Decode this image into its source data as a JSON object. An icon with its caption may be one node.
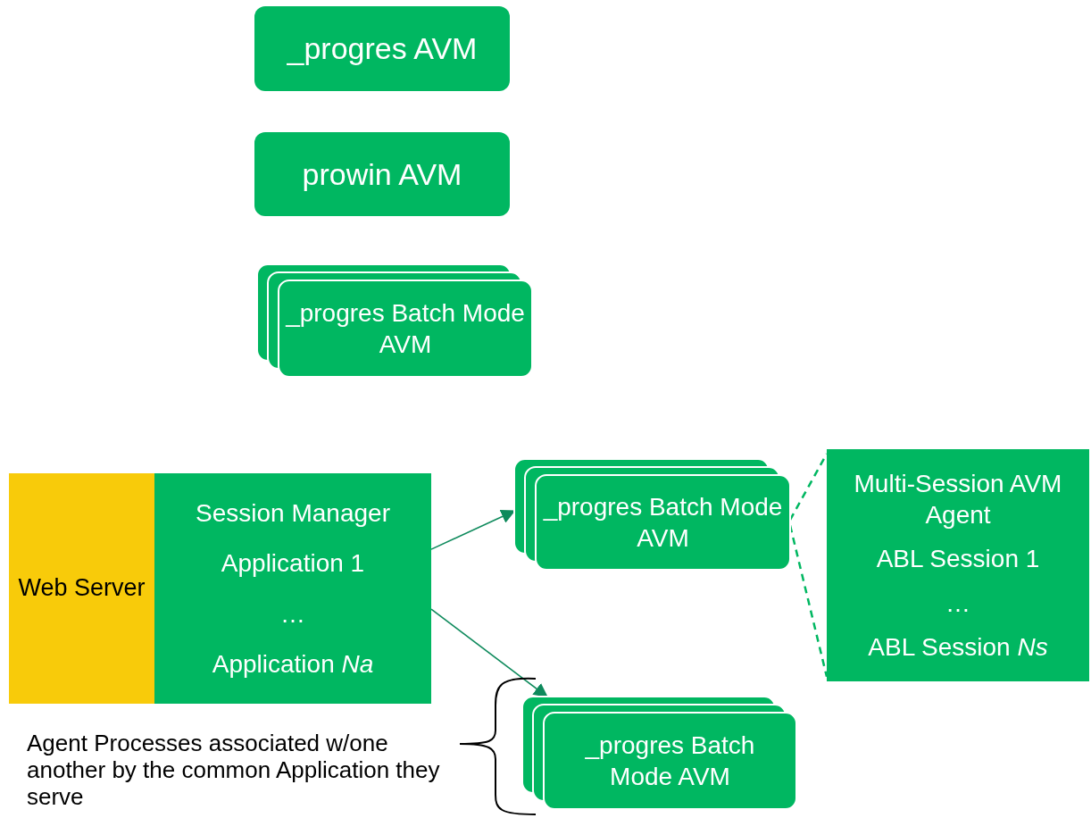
{
  "diagram": {
    "nodes": [
      {
        "text": [
          "_progres AVM"
        ]
      },
      {
        "text": [
          "prowin AVM"
        ]
      },
      {
        "text": [
          "_progres Batch Mode AVM"
        ]
      },
      {
        "text": [
          "Web Server"
        ]
      },
      {
        "text": [
          "Session Manager",
          "Application 1",
          "…",
          "Application *Na*"
        ]
      },
      {
        "text": [
          "_progres Batch Mode AVM"
        ]
      },
      {
        "text": [
          "_progres Batch Mode AVM"
        ]
      },
      {
        "text": [
          "Multi-Session AVM Agent",
          "ABL Session 1",
          "…",
          "ABL Session *Ns*"
        ]
      }
    ],
    "edges": [
      {
        "from": 4,
        "to": 5,
        "arrow": "to"
      },
      {
        "from": 4,
        "to": 6,
        "arrow": "to"
      },
      {
        "from": 5,
        "to": 7,
        "arrow": "none",
        "style": "dashed"
      },
      {
        "from": 5,
        "to": 7,
        "arrow": "none",
        "style": "dashed"
      }
    ],
    "labels": [
      "Agent Processes associated w/one another by the common Application they serve"
    ]
  }
}
